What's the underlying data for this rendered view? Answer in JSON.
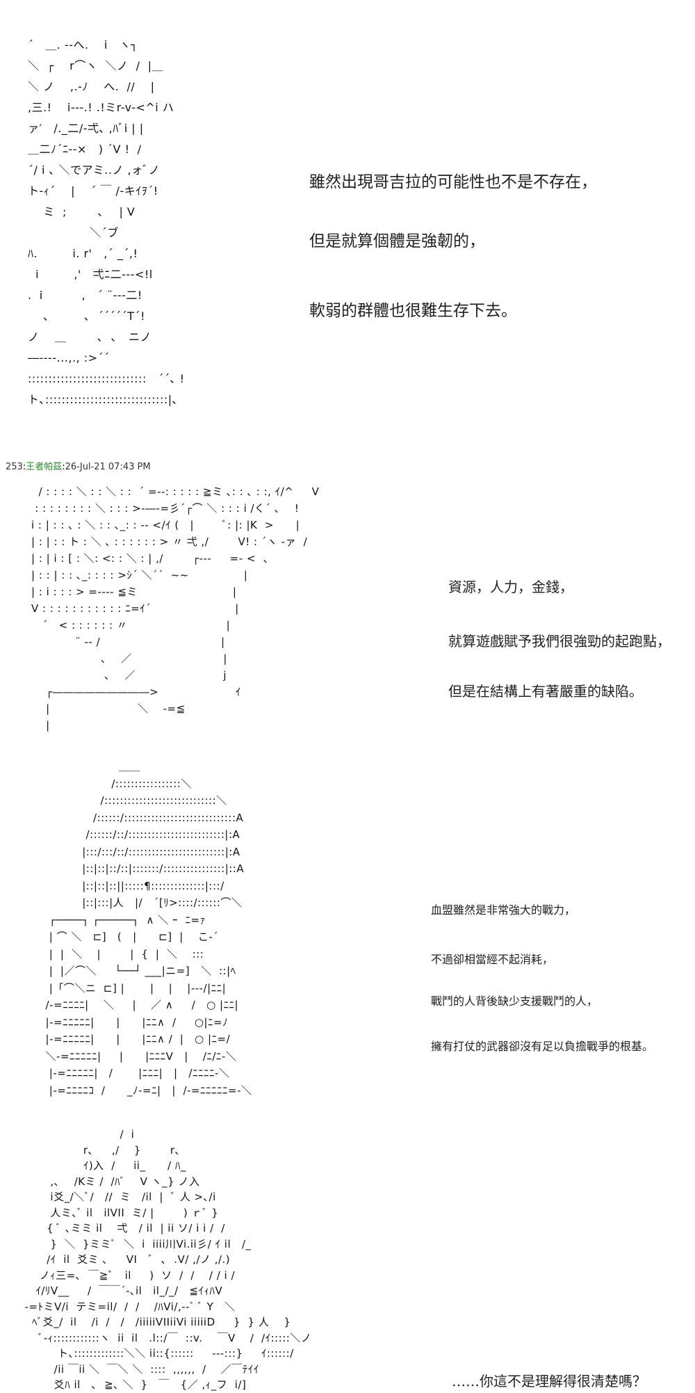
{
  "post_header": {
    "number": "253",
    "sep": ":",
    "author": "王者帕茲",
    "sep2": ":",
    "date": "26-Jul-21 07:43 PM"
  },
  "panel1": {
    "art": [
      "´   ＿. -‐へ.    i   ヽ┐",
      "＼  ┌    r⌒ヽ  ＼ノ  /  |＿",
      "＼ ノ    ,.-ﾉ    へ.  //    |",
      ",三.!    i--‐.! .!ミr-v-<^i ハ",
      "ァ′   /._二/‐弌､ ,ﾊﾞi | |",
      "＿二ﾉ´ﾆ-‐×   ) ´V !  /",
      "´/ i ､ ＼でアミ..ノ ,ォﾞノ",
      "ト-ｨ´    |    ´ ￣ /‐キｲｦ´!",
      "    ミ  ;        ､    | V",
      "                ＼´ブ",
      "ﾊ.         i. r'   ,´ _´,!",
      "  i         ,'   弌ﾆ二--‐<!l",
      ".  i          ,   ´ ¨--‐二!",
      "    ､         ､  ´´´´´T´!",
      "ノ    ＿        ､  ､   ニノ",
      "―‐‐‐‐...,., :>´´",
      ":::::::::::::::::::::::::::::   ´´､ !",
      "ト､::::::::::::::::::::::::::::::|､"
    ],
    "lines": [
      "雖然出現哥吉拉的可能性也不是不存在，",
      "但是就算個體是強韌的，",
      "軟弱的群體也很難生存下去。"
    ]
  },
  "panel2": {
    "art": [
      "  / : : : : ＼ : : ＼ : :  ´ =‐-: : : : : ≧ミ ､: : ､ : :, ｲ/^     V",
      " : : : : : : : : ＼ : : : >‐―‐=彡´┌⌒ ＼ : : : i /く´ ､    !",
      "i : | : : ､ : ＼ : : ､_: : -‐ </ｲ (   |        ﾞ: |: |K  >      |",
      "| : | : : ト : ＼ ､ : : : : : : > 〃 弌 ,/        V! : ´ヽ ‐ァ  /",
      "| : | i : [ : ＼: <: : ＼ : | ,/        ┌‐‐‐     =‐ <  、",
      "| : : | : : ､_: : : : >ｼ´ ＼´´  ~~               |",
      "| : i : : : > =‐‐‐‐ ≦ミ                          |",
      "V : : : : : : : : : : : ﾆ=ｲ´                       |",
      "   ´   < : : : : : : 〃                           |",
      "            ¨ ‐‐ /                                 |",
      "                   ､    ／                         |",
      "                    ､    ／                        j",
      "    ┌―――――――――>                     ｲ",
      "    |                        ＼    ‐=≦",
      "    |"
    ],
    "lines": [
      "資源，人力，金錢，",
      "就算遊戲賦予我們很強勁的起跑點，",
      "但是在結構上有著嚴重的缺陷。"
    ]
  },
  "panel3": {
    "art": [
      "                      ＿＿",
      "                    /:::::::::::::::::＼",
      "                 /:::::::::::::::::::::::::::::＼",
      "               /::::::/:::::::::::::::::::::::::::::A",
      "             /::::::/::/:::::::::::::::::::::::::|:A",
      "            |:::/:::/::/:::::::::::::::::::::::::|:A",
      "            |::|::|::/::|:::::::/::::::::::::::::|::A",
      "            |::|::|::||:::::¶::::::::::::::|:::/",
      "            |::|:::|人   |/   ´[ﾘ>::::/::::::⌒＼",
      "   ┌────┐ ┌─────┐  ∧ ＼ ｰ  ﾆ=ｧ",
      "   | ⌒ ＼   ⊏]   (   |      ⊏]  |    こ‐´",
      "   |  |  ＼    |        |  {  |  ＼    :::",
      "   |  |／⌒＼     └──┘ ___|ニ=]   ＼  ::|ﾍ",
      "   |「⌒＼ニ  ⊏] |       |    |    |‐‐‐/|ﾆﾆ|",
      "  /‐=ﾆﾆﾆﾆ|    ＼     |    ／ ∧     /   ○ |ﾆﾆ|",
      "  |‐=ﾆﾆﾆﾆﾆ|      |      |ﾆﾆ∧  /     ○|ﾆ=ﾉ",
      "  |‐=ﾆﾆﾆﾆﾆ|      |      |ﾆﾆ∧ /  |   ○ |ﾆ=/",
      "  ＼‐=ﾆﾆﾆﾆﾆ|     |      |ﾆﾆﾆV   |    /ﾆ/ﾆ‐＼",
      "   |‐=ﾆﾆﾆﾆﾆ|   /       |ﾆﾆﾆ|   |   /ﾆﾆﾆﾆ‐＼",
      "   |‐=ﾆﾆﾆﾆｺ  /      _ﾉ‐=ﾆ|   |  /‐=ﾆﾆﾆﾆﾆ=‐＼"
    ],
    "lines": [
      "血盟雖然是非常強大的戰力，",
      "不過卻相當經不起消耗，",
      "戰鬥的人背後缺少支援戰鬥的人，",
      "擁有打仗的武器卻沒有足以負擔戰爭的根基。"
    ]
  },
  "panel4": {
    "art": [
      "                            /  i",
      "                  r､     ,/    }        r､",
      "                  ｲ)入  /     ii_      / ﾊ_",
      "         ,､    /Kミ /  /ﾊﾞ    V ヽ_} ノ入",
      "         i爻_/＼ﾞ/   //  ミ   /il  |  ﾞ 人 >､/i",
      "         人ミ､ﾞ il   ilVII  ミ/ |        ) ｒﾞ }",
      "        { ﾞ ､ミミ il    弌   / il  | ii ソ/ i i /  /",
      "         }  ＼  }ミミﾞ  ＼  i  iiii川Vi.ii彡/ ｲ il   /_",
      "        /ｲ  il  爻ミ ､     VI   ﾞ  ､  .V/ ,/ノ ,/.)",
      "      ノｨ三=､  ￣≧ﾞ   il     )  ソ  /  /    / / i /",
      "     ｲ/ﾘV__     /  ￣￣´‐､il   il_/_/   ≦ｲｨﾊV",
      "  -=ﾄミV/i  テミ=il/  /  /    /ﾊVi/,-‐ﾞ ﾞ Y   ＼",
      "    ﾍﾞ爻_/  il    /i  /   /   /iiiiiVIIiiVi iiiiiD     }  } 人    }",
      "      ﾞ‐ｨ::::::::::::ヽ  ii  il   .l::/￣  ::v.    ￣V    /  /ｲ:::::＼ノ",
      "           ト､:::::::::::::＼＼ ii::{::::::     ‐--:::}     ｲ::::::/",
      "          /ii ￣ii ＼  ￣＼ ＼  ::::  ,,,,,,  /    ／￣ﾃｲｲ",
      "          爻ﾊ il   ､  ≧､ ＼  }   ￣   {／ ,ｨ_フ  i/]"
    ],
    "lines": [
      "……你這不是理解得很清楚嗎？"
    ]
  }
}
